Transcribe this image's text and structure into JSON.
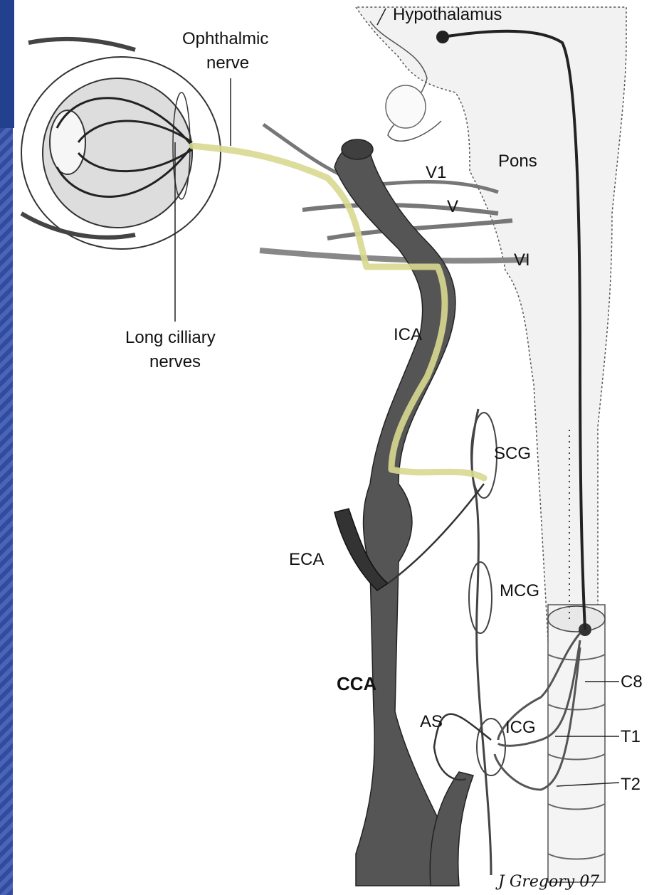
{
  "labels": {
    "hypothalamus": "Hypothalamus",
    "ophthalmic_nerve_line1": "Ophthalmic",
    "ophthalmic_nerve_line2": "nerve",
    "pons": "Pons",
    "v1": "V1",
    "v": "V",
    "vi": "VI",
    "ica": "ICA",
    "long_ciliary_line1": "Long cilliary",
    "long_ciliary_line2": "nerves",
    "scg": "SCG",
    "eca": "ECA",
    "mcg": "MCG",
    "cca": "CCA",
    "as": "AS",
    "icg": "ICG",
    "c8": "C8",
    "t1": "T1",
    "t2": "T2"
  },
  "signature": "J Gregory 07",
  "colors": {
    "slide_band": "#3a4fa3",
    "pathway_highlight": "#d8d890",
    "artery": "#5a5a5a",
    "outline": "#222222",
    "brainstem_fill": "#eeeeee"
  }
}
